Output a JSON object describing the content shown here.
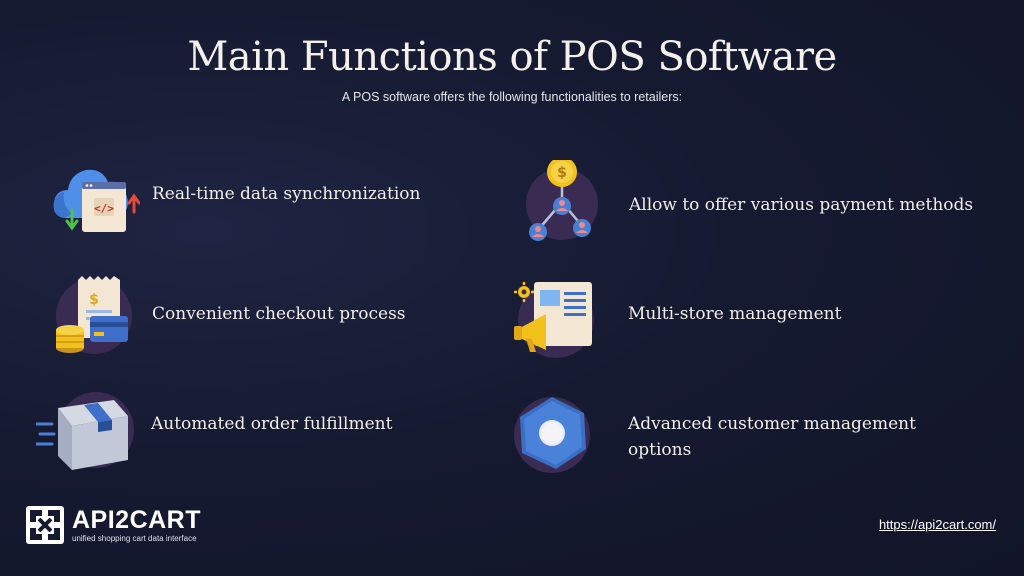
{
  "header": {
    "title": "Main Functions of POS Software",
    "subtitle": "A POS software offers the following functionalities to retailers:"
  },
  "features": [
    {
      "label": "Real-time data synchronization",
      "icon": "cloud-sync-icon"
    },
    {
      "label": "Allow to offer various payment methods",
      "icon": "payment-network-icon"
    },
    {
      "label": "Convenient checkout process",
      "icon": "checkout-receipt-icon"
    },
    {
      "label": "Multi-store management",
      "icon": "megaphone-store-icon"
    },
    {
      "label": "Automated order fulfillment",
      "icon": "shipping-box-icon"
    },
    {
      "label": "Advanced customer management options",
      "icon": "customer-hexagon-icon"
    }
  ],
  "footer": {
    "brand_name": "API2CART",
    "brand_tagline": "unified shopping cart data interface",
    "url": "https://api2cart.com/"
  },
  "colors": {
    "background": "#161a31",
    "icon_circle": "#3a2b52",
    "accent_blue": "#4a7fd6",
    "accent_yellow": "#f2c21b"
  }
}
